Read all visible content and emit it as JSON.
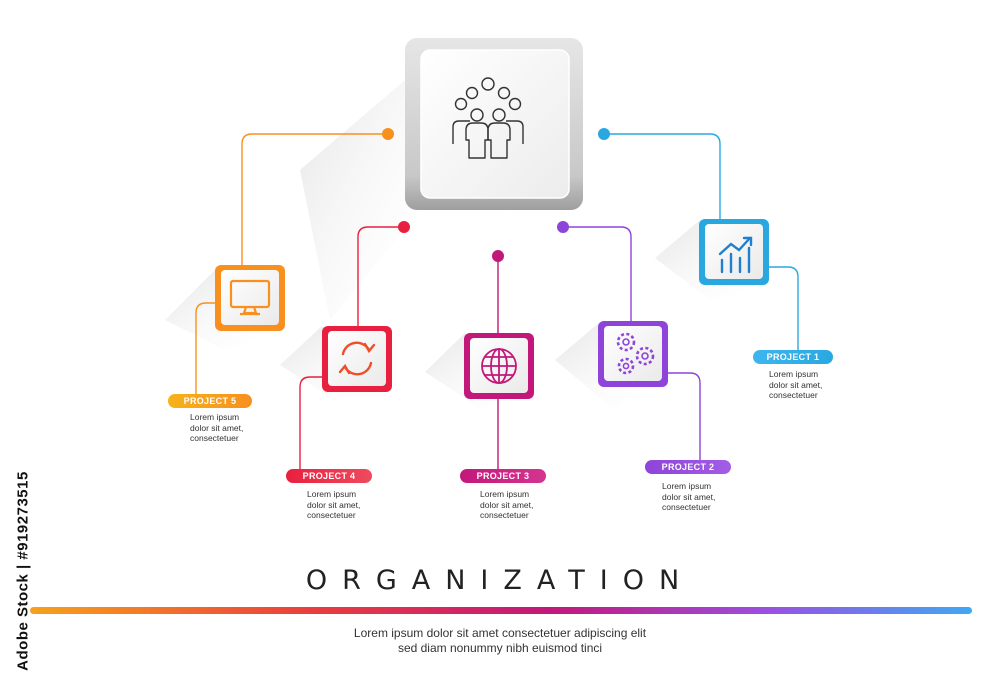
{
  "diagram": {
    "title": "ORGANIZATION",
    "footer": [
      "Lorem ipsum dolor sit amet  consectetuer adipiscing elit",
      "sed diam nonummy nibh euismod tinci"
    ],
    "center_icon": "people-group-icon",
    "projects": [
      {
        "label": "PROJECT 1",
        "icon": "bar-chart-icon",
        "color": "#29a8e0",
        "text": [
          "Lorem ipsum",
          "dolor sit amet,",
          "consectetuer"
        ]
      },
      {
        "label": "PROJECT 2",
        "icon": "gears-icon",
        "color": "#8e44d9",
        "text": [
          "Lorem ipsum",
          "dolor sit amet,",
          "consectetuer"
        ]
      },
      {
        "label": "PROJECT 3",
        "icon": "globe-icon",
        "color": "#c2187a",
        "text": [
          "Lorem ipsum",
          "dolor sit amet,",
          "consectetuer"
        ]
      },
      {
        "label": "PROJECT 4",
        "icon": "refresh-icon",
        "color": "#e8203f",
        "text": [
          "Lorem ipsum",
          "dolor sit amet,",
          "consectetuer"
        ]
      },
      {
        "label": "PROJECT 5",
        "icon": "monitor-icon",
        "color": "#f7901e",
        "text": [
          "Lorem ipsum",
          "dolor sit amet,",
          "consectetuer"
        ]
      }
    ]
  },
  "watermark": "Adobe Stock | #919273515"
}
